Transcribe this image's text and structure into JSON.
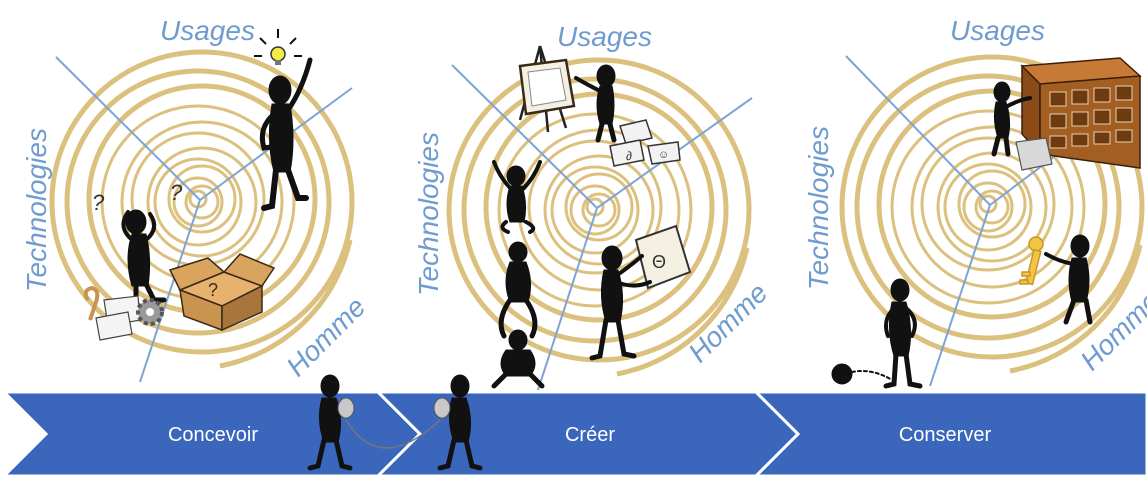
{
  "colors": {
    "spiral": "#dcc07e",
    "axis_line": "#7ea4d4",
    "axis_text": "#6f9bd0",
    "arrow_fill": "#3a66bb",
    "arrow_stroke": "#ffffff",
    "stage_text": "#ffffff",
    "figure": "#111111",
    "box": "#c8944f",
    "cabinet": "#a35f22",
    "key": "#f2c544",
    "bulb": "#f5ec4a"
  },
  "panels": [
    {
      "usages_label": "Usages",
      "technologies_label": "Technologies",
      "homme_label": "Homme",
      "illustration": [
        "thinking-figure-icon",
        "lightbulb-icon",
        "question-marks-icon",
        "open-box-icon",
        "gear-icon",
        "papers-icon"
      ]
    },
    {
      "usages_label": "Usages",
      "technologies_label": "Technologies",
      "homme_label": "Homme",
      "illustration": [
        "easel-icon",
        "artist-figure-icon",
        "drawings-icon",
        "figure-tower-icon",
        "figure-holding-drawing-icon"
      ]
    },
    {
      "usages_label": "Usages",
      "technologies_label": "Technologies",
      "homme_label": "Homme",
      "illustration": [
        "filing-cabinet-icon",
        "figure-filing-icon",
        "key-icon",
        "figure-with-key-icon",
        "ball-and-chain-figure-icon"
      ]
    }
  ],
  "stages": [
    {
      "label": "Concevoir"
    },
    {
      "label": "Créer"
    },
    {
      "label": "Conserver"
    }
  ],
  "connector": [
    "tin-can-phone-figures-icon"
  ]
}
